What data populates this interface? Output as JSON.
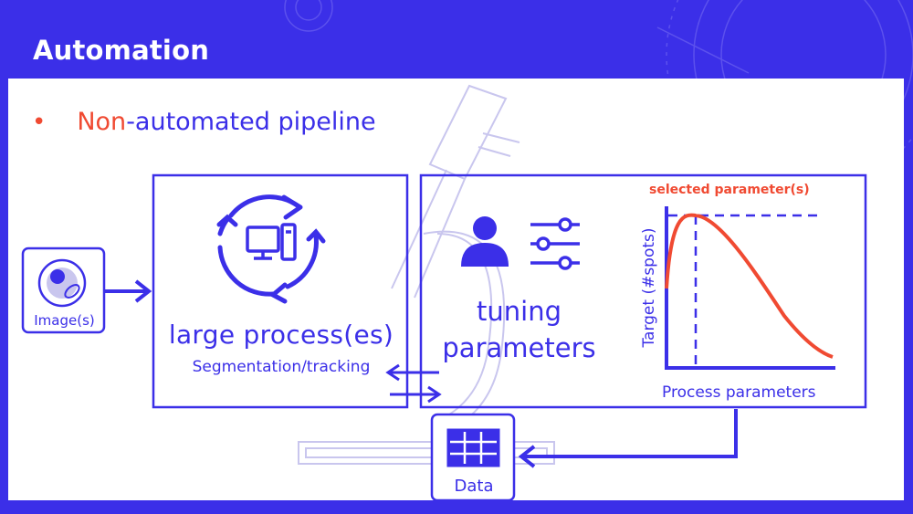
{
  "slide": {
    "title": "Automation"
  },
  "bullet": {
    "highlight": "Non",
    "rest": "-automated pipeline"
  },
  "image_box": {
    "label": "Image(s)"
  },
  "process_box": {
    "title": "large process(es)",
    "subtitle": "Segmentation/tracking"
  },
  "tuning_box": {
    "line1": "tuning",
    "line2": "parameters"
  },
  "mini_chart": {
    "annotation": "selected parameter(s)",
    "ylabel": "Target (#spots)",
    "xlabel": "Process parameters"
  },
  "data_box": {
    "label": "Data"
  },
  "colors": {
    "primary": "#3b2fe8",
    "accent": "#f04a32",
    "background": "#ffffff",
    "watermark": "#c9c6ee"
  },
  "icons": [
    "refresh-cycle-icon",
    "desktop-computer-icon",
    "user-icon",
    "sliders-icon",
    "table-grid-icon",
    "cell-icon",
    "microscope-watermark-icon"
  ]
}
